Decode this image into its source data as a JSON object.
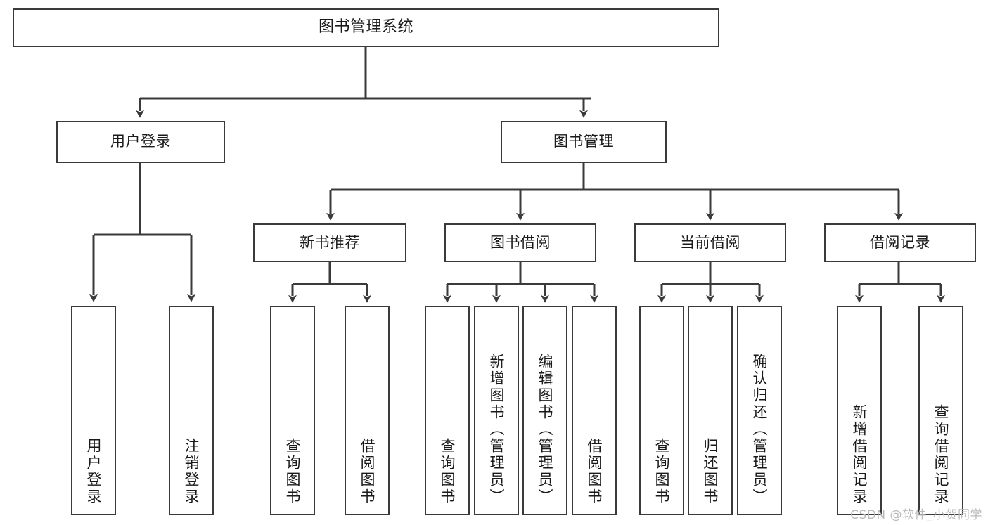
{
  "diagram": {
    "title": "图书管理系统",
    "type": "tree-hierarchy-diagram",
    "colors": {
      "box_border": "#3a3a3a",
      "box_fill": "#ffffff",
      "edge": "#3a3a3a",
      "text": "#1a1a1a",
      "watermark": "#b9b9b9",
      "background": "#ffffff"
    },
    "nodes": {
      "root": {
        "label": "图书管理系统"
      },
      "level2": [
        {
          "label": "用户登录"
        },
        {
          "label": "图书管理"
        }
      ],
      "level3": [
        {
          "label": "新书推荐"
        },
        {
          "label": "图书借阅"
        },
        {
          "label": "当前借阅"
        },
        {
          "label": "借阅记录"
        }
      ],
      "leaves": {
        "user_login": [
          {
            "label": "用户登录"
          },
          {
            "label": "注销登录"
          }
        ],
        "new_book_recommend": [
          {
            "label": "查询图书"
          },
          {
            "label": "借阅图书"
          }
        ],
        "book_borrow": [
          {
            "label": "查询图书"
          },
          {
            "label": "新增图书（管理员）"
          },
          {
            "label": "编辑图书（管理员）"
          },
          {
            "label": "借阅图书"
          }
        ],
        "current_borrow": [
          {
            "label": "查询图书"
          },
          {
            "label": "归还图书"
          },
          {
            "label": "确认归还（管理员）"
          }
        ],
        "borrow_record": [
          {
            "label": "新增借阅记录"
          },
          {
            "label": "查询借阅记录"
          }
        ]
      }
    },
    "watermark": "CSDN @软件_小贺同学"
  }
}
